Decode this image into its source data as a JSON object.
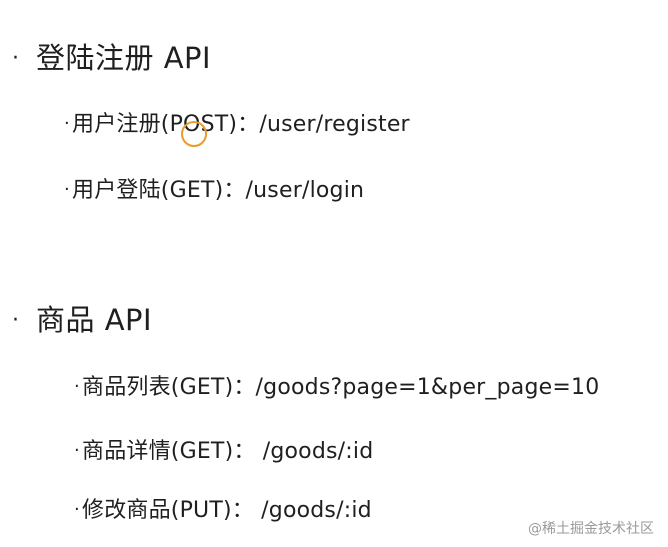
{
  "sections": [
    {
      "bullet": "·",
      "title": "登陆注册 API",
      "items": [
        {
          "bullet": "·",
          "text": "用户注册(POST)：/user/register"
        },
        {
          "bullet": "·",
          "text": "用户登陆(GET)：/user/login"
        }
      ]
    },
    {
      "bullet": "·",
      "title": "商品 API",
      "items": [
        {
          "bullet": "·",
          "text": "商品列表(GET)：/goods?page=1&per_page=10"
        },
        {
          "bullet": "·",
          "text": "商品详情(GET)： /goods/:id"
        },
        {
          "bullet": "·",
          "text": "修改商品(PUT)： /goods/:id"
        }
      ]
    }
  ],
  "watermark": "@稀土掘金技术社区",
  "colors": {
    "text": "#1f1f1f",
    "cursor_ring": "#e89c2e",
    "watermark": "#9a9a9a"
  }
}
